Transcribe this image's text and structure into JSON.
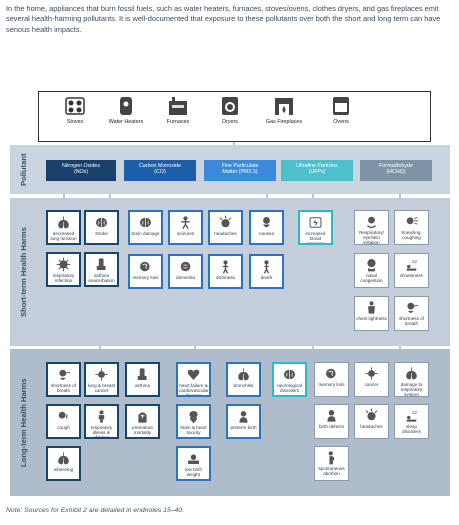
{
  "intro": "In the home, appliances that burn fossil fuels, such as water heaters, furnaces, stoves/ovens, clothes dryers, and gas fireplaces emit several health-harming pollutants. It is well-documented that exposure to these pollutants over both the short and long term can have serious health impacts.",
  "appliances": [
    {
      "label": "Stoves",
      "icon": "stove-icon"
    },
    {
      "label": "Water Heaters",
      "icon": "water-heater-icon"
    },
    {
      "label": "Furnaces",
      "icon": "furnace-icon"
    },
    {
      "label": "Dryers",
      "icon": "dryer-icon"
    },
    {
      "label": "Gas Fireplaces",
      "icon": "fireplace-icon"
    },
    {
      "label": "Ovens",
      "icon": "oven-icon"
    }
  ],
  "bands": {
    "pollutant": "Pollutant",
    "short": "Short-term Health Harms",
    "long": "Long-term Health Harms"
  },
  "pollutants": [
    {
      "line1": "Nitrogen Oxides",
      "line2": "(NOx)",
      "color": "#17416a"
    },
    {
      "line1": "Carbon Monoxide",
      "line2": "(CO)",
      "color": "#1d5fa9"
    },
    {
      "line1": "Fine Particulate",
      "line2": "Matter (PM2.5)",
      "color": "#3b89da"
    },
    {
      "line1": "Ultrafine Particles",
      "line2": "(UFPs)",
      "color": "#4dc0cc"
    },
    {
      "line1": "Formaldehyde",
      "line2": "(HCHO)",
      "color": "#7f93a6"
    }
  ],
  "short_term": [
    {
      "label": "decreased lung function",
      "icon": "lungs-icon"
    },
    {
      "label": "stroke",
      "icon": "brain-icon"
    },
    {
      "label": "respiratory infection",
      "icon": "virus-icon"
    },
    {
      "label": "asthma exacerbation",
      "icon": "inhaler-icon"
    },
    {
      "label": "brain damage",
      "icon": "brain-icon"
    },
    {
      "label": "seizures",
      "icon": "seizure-icon"
    },
    {
      "label": "headaches",
      "icon": "headache-icon"
    },
    {
      "label": "nausea",
      "icon": "nausea-icon"
    },
    {
      "label": "memory loss",
      "icon": "memory-icon"
    },
    {
      "label": "dementia",
      "icon": "dementia-icon"
    },
    {
      "label": "dizziness",
      "icon": "dizzy-icon"
    },
    {
      "label": "death",
      "icon": "death-icon"
    },
    {
      "label": "increased blood pressure",
      "icon": "blood-pressure-icon"
    },
    {
      "label": "Respiratory/ eye/skin irritation",
      "icon": "irritation-icon"
    },
    {
      "label": "Sneezing, coughing",
      "icon": "sneeze-icon"
    },
    {
      "label": "nasal congestion",
      "icon": "nose-icon"
    },
    {
      "label": "drowsiness",
      "icon": "sleep-icon"
    },
    {
      "label": "chest tightness",
      "icon": "chest-icon"
    },
    {
      "label": "shortness of breath",
      "icon": "breath-icon"
    }
  ],
  "long_term": [
    {
      "label": "shortness of breath",
      "icon": "breath-icon"
    },
    {
      "label": "lung & breast cancer",
      "icon": "cancer-icon"
    },
    {
      "label": "asthma",
      "icon": "inhaler-icon"
    },
    {
      "label": "cough",
      "icon": "cough-icon"
    },
    {
      "label": "respiratory illness in children",
      "icon": "child-icon"
    },
    {
      "label": "premature mortality",
      "icon": "tombstone-icon"
    },
    {
      "label": "wheezing",
      "icon": "lungs-icon"
    },
    {
      "label": "heart failure & cardiovascular disease",
      "icon": "heart-icon"
    },
    {
      "label": "brain & heart toxicity",
      "icon": "heart-brain-icon"
    },
    {
      "label": "low birth weight",
      "icon": "scale-icon"
    },
    {
      "label": "bronchitis",
      "icon": "lungs-icon"
    },
    {
      "label": "preterm birth",
      "icon": "baby-icon"
    },
    {
      "label": "neurological disorders",
      "icon": "brain-icon"
    },
    {
      "label": "memory loss",
      "icon": "memory-icon"
    },
    {
      "label": "cancer",
      "icon": "cancer-icon"
    },
    {
      "label": "damage to respiratory system",
      "icon": "lungs-icon"
    },
    {
      "label": "birth defects",
      "icon": "baby-icon"
    },
    {
      "label": "headaches",
      "icon": "headache-icon"
    },
    {
      "label": "sleep disorders",
      "icon": "sleep-icon"
    },
    {
      "label": "spontaneous abortion",
      "icon": "pregnancy-icon"
    }
  ],
  "footnote": "Note: Sources for Exhibit 2 are detailed in endnotes 15–40."
}
